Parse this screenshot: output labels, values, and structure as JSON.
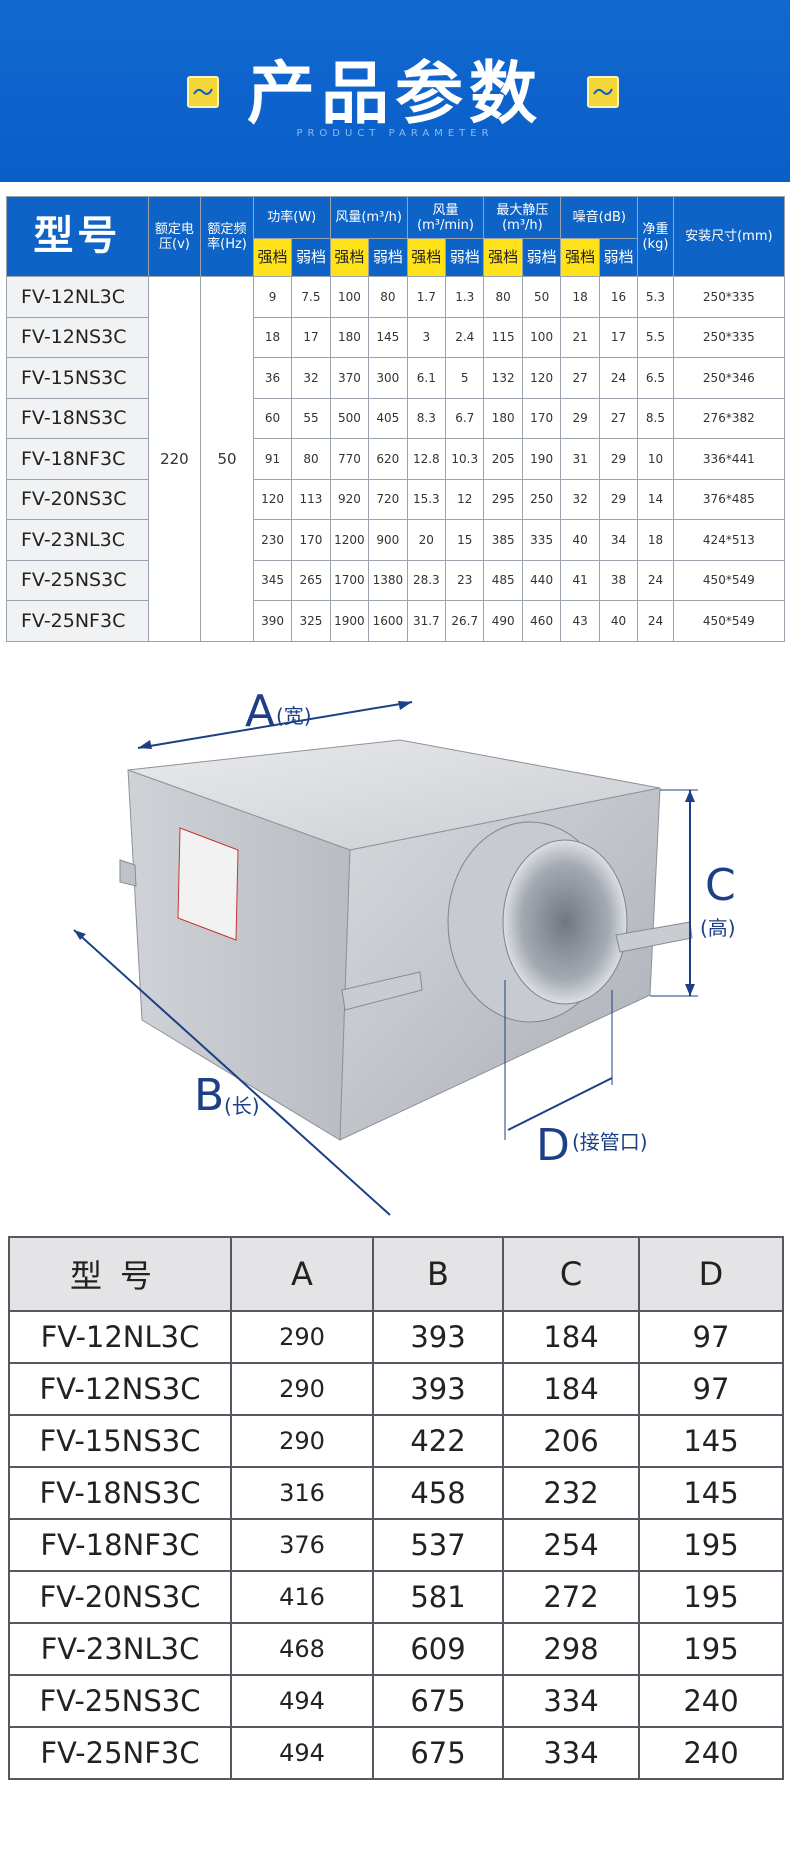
{
  "header": {
    "title": "产品参数",
    "subtitle": "PRODUCT PARAMETER"
  },
  "spec_table": {
    "headers": {
      "model": "型号",
      "voltage": "额定电压(v)",
      "frequency": "额定频率(Hz)",
      "power": "功率(W)",
      "airflow_h": "风量(m³/h)",
      "airflow_min": "风量(m³/min)",
      "static_pressure": "最大静压(m³/h)",
      "noise": "噪音(dB)",
      "weight": "净重(kg)",
      "install_size": "安装尺寸(mm)",
      "strong": "强档",
      "weak": "弱档"
    },
    "voltage": "220",
    "frequency": "50",
    "rows": [
      {
        "model": "FV-12NL3C",
        "p_s": "9",
        "p_w": "7.5",
        "qh_s": "100",
        "qh_w": "80",
        "qm_s": "1.7",
        "qm_w": "1.3",
        "sp_s": "80",
        "sp_w": "50",
        "n_s": "18",
        "n_w": "16",
        "kg": "5.3",
        "size": "250*335"
      },
      {
        "model": "FV-12NS3C",
        "p_s": "18",
        "p_w": "17",
        "qh_s": "180",
        "qh_w": "145",
        "qm_s": "3",
        "qm_w": "2.4",
        "sp_s": "115",
        "sp_w": "100",
        "n_s": "21",
        "n_w": "17",
        "kg": "5.5",
        "size": "250*335"
      },
      {
        "model": "FV-15NS3C",
        "p_s": "36",
        "p_w": "32",
        "qh_s": "370",
        "qh_w": "300",
        "qm_s": "6.1",
        "qm_w": "5",
        "sp_s": "132",
        "sp_w": "120",
        "n_s": "27",
        "n_w": "24",
        "kg": "6.5",
        "size": "250*346"
      },
      {
        "model": "FV-18NS3C",
        "p_s": "60",
        "p_w": "55",
        "qh_s": "500",
        "qh_w": "405",
        "qm_s": "8.3",
        "qm_w": "6.7",
        "sp_s": "180",
        "sp_w": "170",
        "n_s": "29",
        "n_w": "27",
        "kg": "8.5",
        "size": "276*382"
      },
      {
        "model": "FV-18NF3C",
        "p_s": "91",
        "p_w": "80",
        "qh_s": "770",
        "qh_w": "620",
        "qm_s": "12.8",
        "qm_w": "10.3",
        "sp_s": "205",
        "sp_w": "190",
        "n_s": "31",
        "n_w": "29",
        "kg": "10",
        "size": "336*441"
      },
      {
        "model": "FV-20NS3C",
        "p_s": "120",
        "p_w": "113",
        "qh_s": "920",
        "qh_w": "720",
        "qm_s": "15.3",
        "qm_w": "12",
        "sp_s": "295",
        "sp_w": "250",
        "n_s": "32",
        "n_w": "29",
        "kg": "14",
        "size": "376*485"
      },
      {
        "model": "FV-23NL3C",
        "p_s": "230",
        "p_w": "170",
        "qh_s": "1200",
        "qh_w": "900",
        "qm_s": "20",
        "qm_w": "15",
        "sp_s": "385",
        "sp_w": "335",
        "n_s": "40",
        "n_w": "34",
        "kg": "18",
        "size": "424*513"
      },
      {
        "model": "FV-25NS3C",
        "p_s": "345",
        "p_w": "265",
        "qh_s": "1700",
        "qh_w": "1380",
        "qm_s": "28.3",
        "qm_w": "23",
        "sp_s": "485",
        "sp_w": "440",
        "n_s": "41",
        "n_w": "38",
        "kg": "24",
        "size": "450*549"
      },
      {
        "model": "FV-25NF3C",
        "p_s": "390",
        "p_w": "325",
        "qh_s": "1900",
        "qh_w": "1600",
        "qm_s": "31.7",
        "qm_w": "26.7",
        "sp_s": "490",
        "sp_w": "460",
        "n_s": "43",
        "n_w": "40",
        "kg": "24",
        "size": "450*549"
      }
    ]
  },
  "diagram": {
    "a_label": "A",
    "a_note": "(宽)",
    "b_label": "B",
    "b_note": "(长)",
    "c_label": "C",
    "c_note": "(高)",
    "d_label": "D",
    "d_note": "(接管口)"
  },
  "dimension_table": {
    "headers": {
      "model": "型号",
      "a": "A",
      "b": "B",
      "c": "C",
      "d": "D"
    },
    "rows": [
      {
        "model": "FV-12NL3C",
        "a": "290",
        "b": "393",
        "c": "184",
        "d": "97"
      },
      {
        "model": "FV-12NS3C",
        "a": "290",
        "b": "393",
        "c": "184",
        "d": "97"
      },
      {
        "model": "FV-15NS3C",
        "a": "290",
        "b": "422",
        "c": "206",
        "d": "145"
      },
      {
        "model": "FV-18NS3C",
        "a": "316",
        "b": "458",
        "c": "232",
        "d": "145"
      },
      {
        "model": "FV-18NF3C",
        "a": "376",
        "b": "537",
        "c": "254",
        "d": "195"
      },
      {
        "model": "FV-20NS3C",
        "a": "416",
        "b": "581",
        "c": "272",
        "d": "195"
      },
      {
        "model": "FV-23NL3C",
        "a": "468",
        "b": "609",
        "c": "298",
        "d": "195"
      },
      {
        "model": "FV-25NS3C",
        "a": "494",
        "b": "675",
        "c": "334",
        "d": "240"
      },
      {
        "model": "FV-25NF3C",
        "a": "494",
        "b": "675",
        "c": "334",
        "d": "240"
      }
    ]
  },
  "colors": {
    "banner": "#0a5ec8",
    "header_cell": "#0e63c6",
    "highlight": "#ffe21a",
    "dimension_line": "#1c3f86"
  }
}
